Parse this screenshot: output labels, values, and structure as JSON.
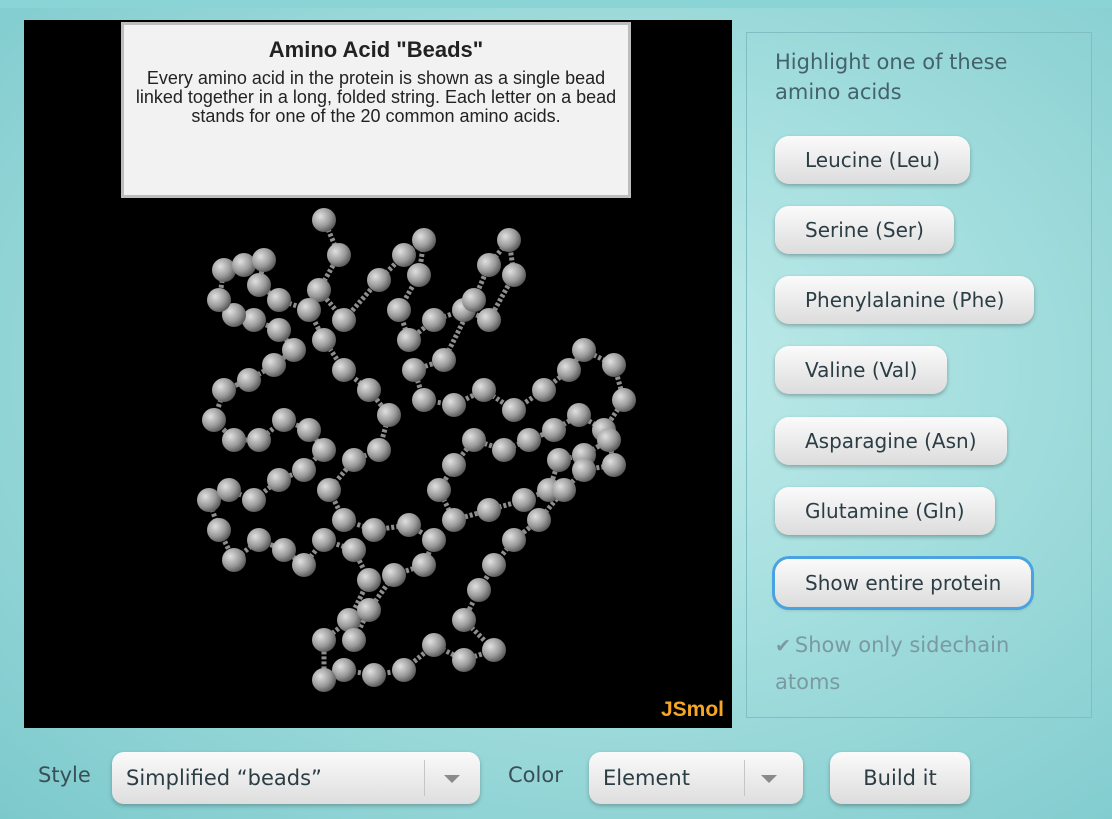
{
  "viewer": {
    "info_title": "Amino Acid \"Beads\"",
    "info_body": "Every amino acid in the protein is shown as a single bead linked together in a long, folded string. Each letter on a bead stands for one of the 20 common amino acids.",
    "logo": "JSmol"
  },
  "panel": {
    "heading": "Highlight one of these amino acids",
    "buttons": [
      "Leucine (Leu)",
      "Serine (Ser)",
      "Phenylalanine (Phe)",
      "Valine (Val)",
      "Asparagine (Asn)",
      "Glutamine (Gln)",
      "Show entire protein"
    ],
    "sidechain_label": "Show only sidechain atoms",
    "sidechain_checked": true
  },
  "controls": {
    "style_label": "Style",
    "style_value": "Simplified “beads”",
    "color_label": "Color",
    "color_value": "Element",
    "build_label": "Build it"
  },
  "colors": {
    "bead": "#9a9a9a",
    "logo": "#f5a623",
    "focus": "#4aa3e0"
  }
}
